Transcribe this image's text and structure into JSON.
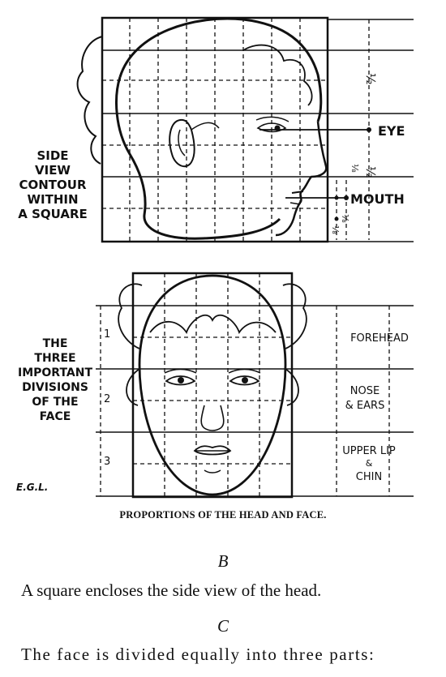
{
  "figure": {
    "side_label": [
      "SIDE",
      "VIEW",
      "CONTOUR",
      "WITHIN",
      "A SQUARE"
    ],
    "eye_label": "EYE",
    "mouth_label": "MOUTH",
    "half": "½",
    "eighth": "⅛",
    "front_label": [
      "THE",
      "THREE",
      "IMPORTANT",
      "DIVISIONS",
      "OF THE",
      "FACE"
    ],
    "division_numbers": [
      "1",
      "2",
      "3"
    ],
    "division_labels": [
      [
        "FOREHEAD"
      ],
      [
        "NOSE",
        "& EARS"
      ],
      [
        "UPPER LIP",
        "&",
        "CHIN"
      ]
    ],
    "signature": "E.G.L."
  },
  "caption": "PROPORTIONS OF THE HEAD AND FACE.",
  "plate_b": "B",
  "text_b": "A square encloses the side view of the head.",
  "plate_c": "C",
  "text_c": "The face is divided equally into three parts:"
}
